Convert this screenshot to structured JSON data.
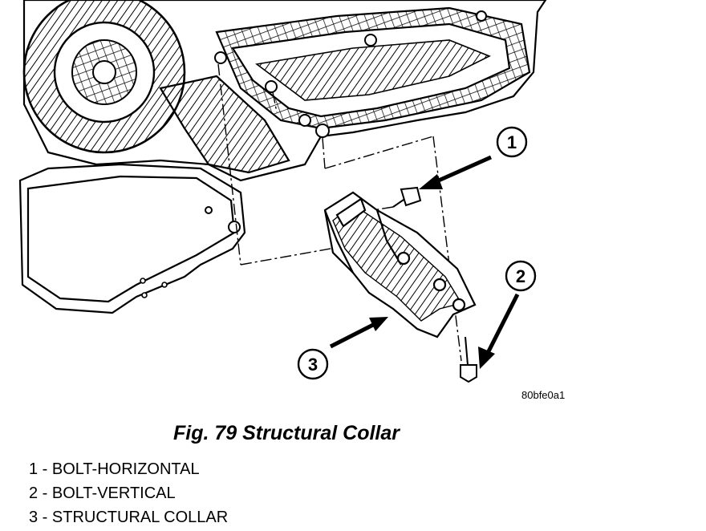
{
  "figure": {
    "ref_code": "80bfe0a1",
    "caption": "Fig. 79 Structural Collar"
  },
  "callouts": [
    {
      "number": "1"
    },
    {
      "number": "2"
    },
    {
      "number": "3"
    }
  ],
  "legend": [
    {
      "number": "1",
      "text": " - BOLT-HORIZONTAL"
    },
    {
      "number": "2",
      "text": " - BOLT-VERTICAL"
    },
    {
      "number": "3",
      "text": " - STRUCTURAL COLLAR"
    }
  ]
}
